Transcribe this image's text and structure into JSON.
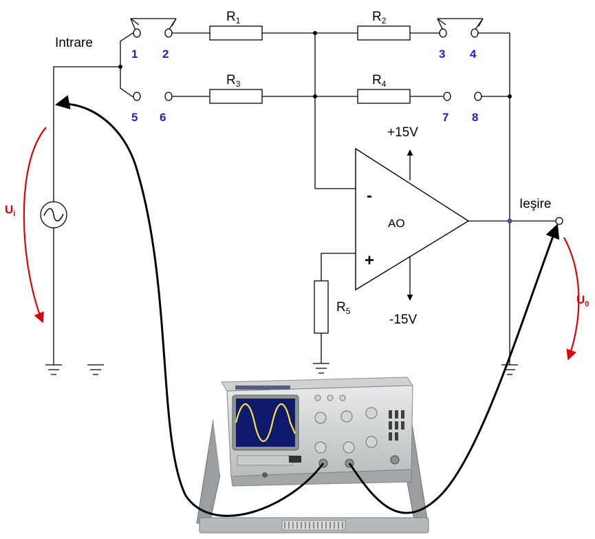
{
  "labels": {
    "input": "Intrare",
    "output": "Ieşire",
    "r1": "R",
    "r1_sub": "1",
    "r2": "R",
    "r2_sub": "2",
    "r3": "R",
    "r3_sub": "3",
    "r4": "R",
    "r4_sub": "4",
    "r5": "R",
    "r5_sub": "5",
    "opamp": "AO",
    "minus": "-",
    "plus": "+",
    "vpos": "+15V",
    "vneg": "-15V",
    "ui": "U",
    "ui_sub": "i",
    "uo": "U",
    "uo_sub": "0"
  },
  "terminals": [
    "1",
    "2",
    "3",
    "4",
    "5",
    "6",
    "7",
    "8"
  ],
  "colors": {
    "terminal_numbers": "#1f1fcc",
    "voltage_arrows": "#e00000",
    "wires": "#000000"
  }
}
